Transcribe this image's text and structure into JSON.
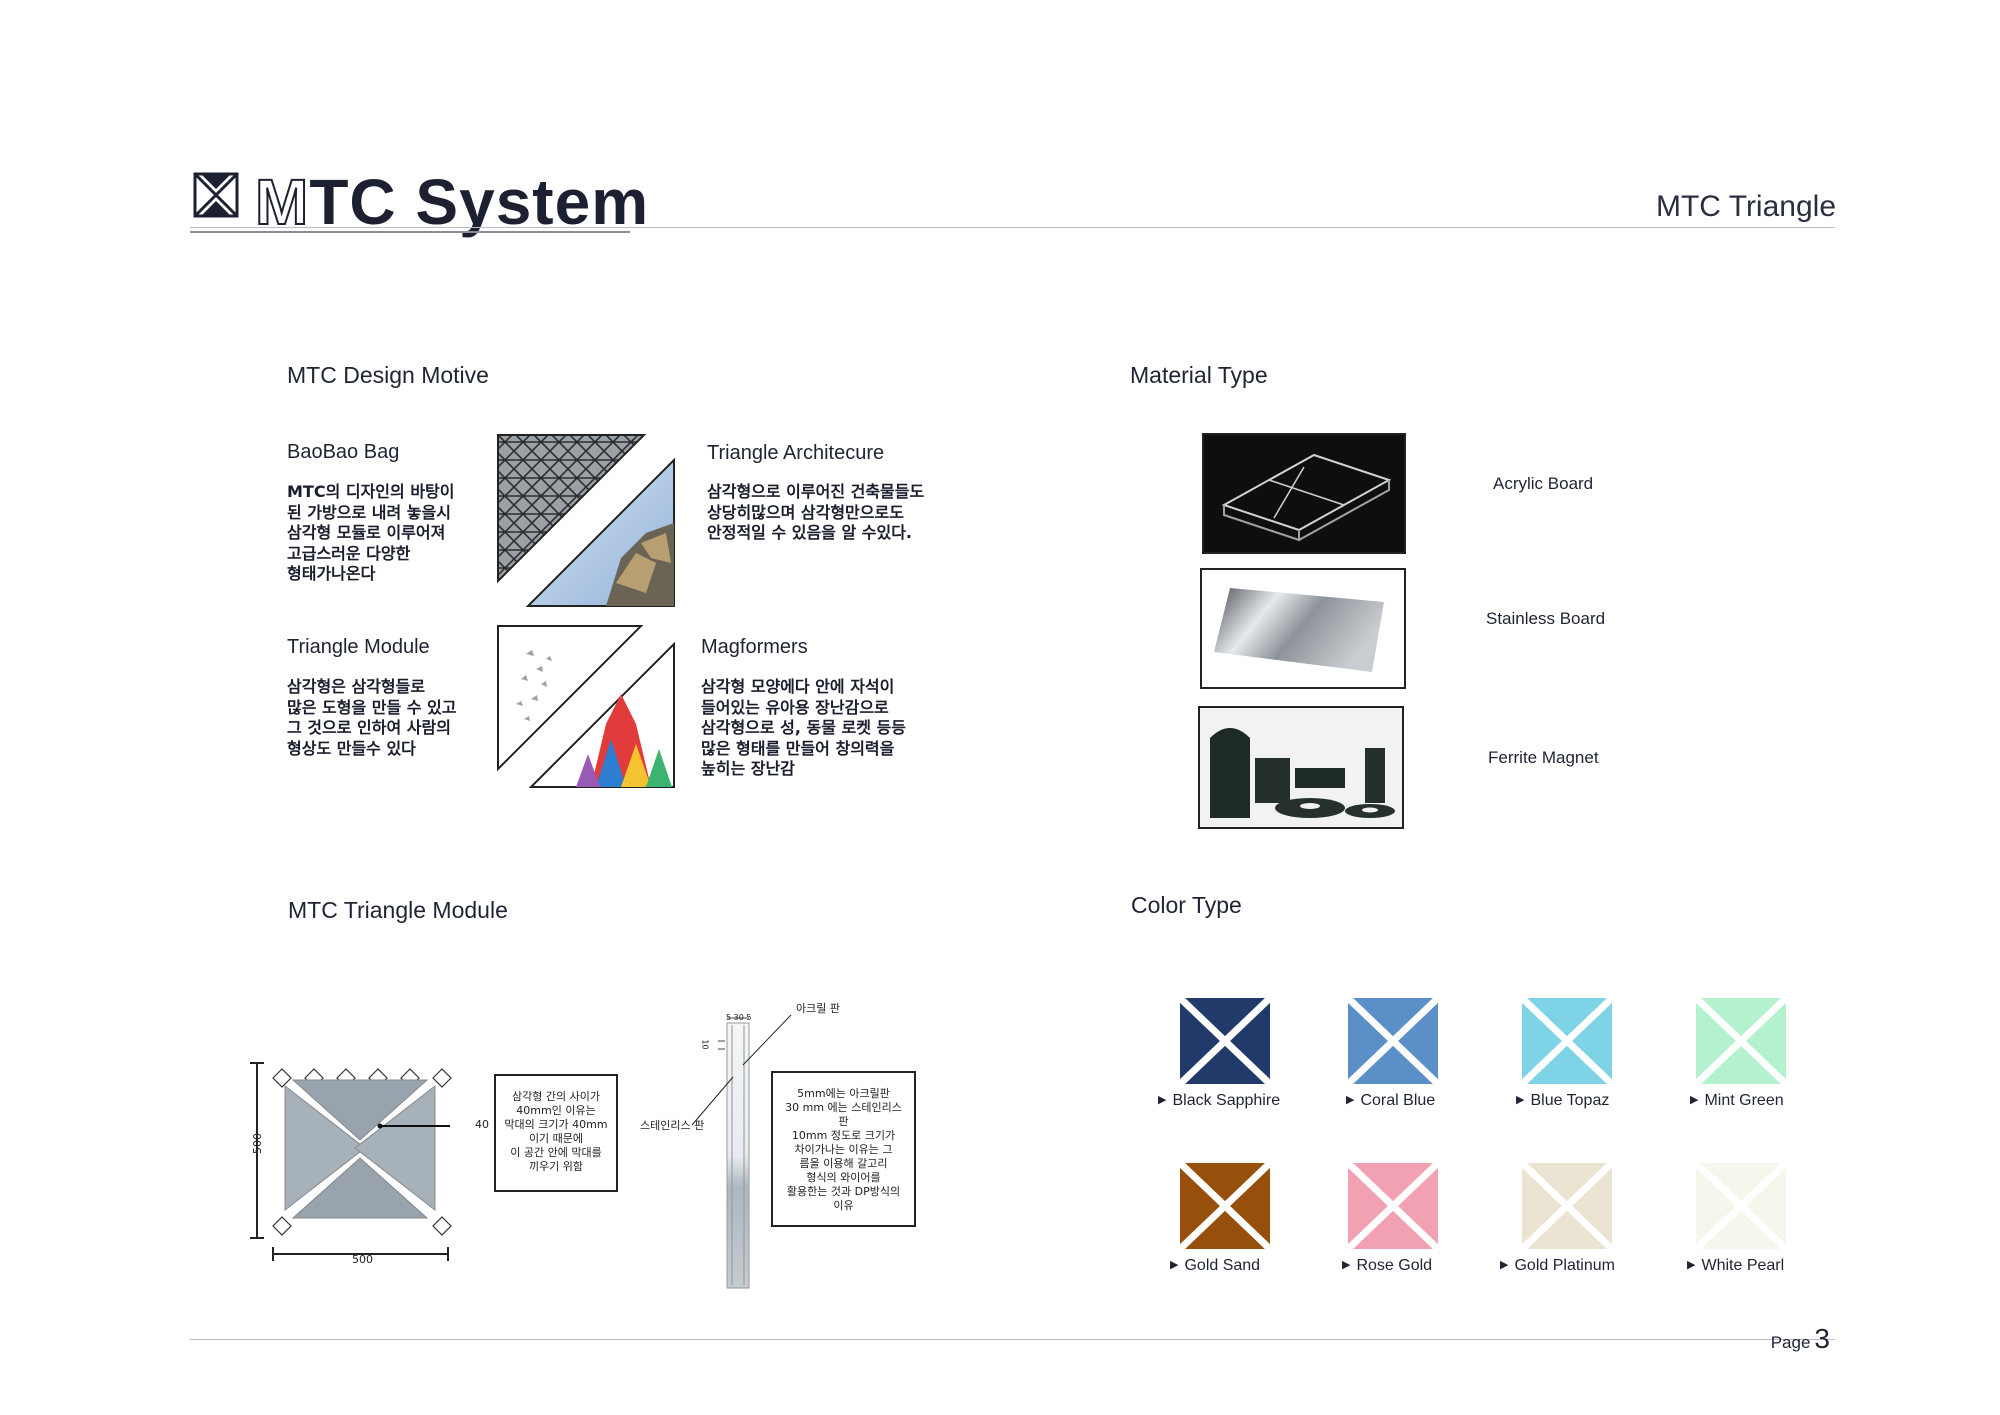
{
  "header": {
    "title_m": "M",
    "title_rest": "TC System",
    "right": "MTC Triangle"
  },
  "motive": {
    "title": "MTC Design Motive",
    "items": [
      {
        "title": "BaoBao Bag",
        "lines": [
          "MTC의 디자인의 바탕이",
          "된 가방으로 내려 놓을시",
          "삼각형 모듈로 이루어져",
          "고급스러운 다양한",
          "형태가나온다"
        ]
      },
      {
        "title": "Triangle Architecure",
        "lines": [
          "삼각형으로 이루어진 건축물들도",
          "상당히많으며 삼각형만으로도",
          "안정적일 수 있음을 알 수있다."
        ]
      },
      {
        "title": "Triangle Module",
        "lines": [
          "삼각형은 삼각형들로",
          "많은 도형을 만들 수 있고",
          "그 것으로 인하여 사람의",
          "형상도 만들수 있다"
        ]
      },
      {
        "title": "Magformers",
        "lines": [
          "삼각형 모양에다 안에 자석이",
          "들어있는 유아용 장난감으로",
          "삼각형으로 성, 동물 로켓 등등",
          "많은 형태를 만들어 창의력을",
          "높히는 장난감"
        ]
      }
    ]
  },
  "material": {
    "title": "Material Type",
    "items": [
      "Acrylic Board",
      "Stainless Board",
      "Ferrite Magnet"
    ]
  },
  "module": {
    "title": "MTC Triangle Module",
    "note1": [
      "삼각형 간의 사이가",
      "40mm인 이유는",
      "막대의 크기가 40mm",
      "이기 때문에",
      "이 공간 안에 막대를",
      "끼우기 위함"
    ],
    "note2": [
      "5mm에는 아크릴판",
      "30 mm 에는 스테인리스",
      "판",
      "10mm 정도로 크기가",
      "차이가나는 이유는 그",
      "름을 이용해 갈고리",
      "형식의 와이어를",
      "활용한는 것과 DP방식의",
      "이유"
    ],
    "dim_h": "500",
    "dim_w": "500",
    "dim_gap": "40",
    "label_acrylic": "아크릴 판",
    "label_stainless": "스테인리스 판",
    "dim_top": "5 30 5",
    "dim_side": "10"
  },
  "colors": {
    "title": "Color Type",
    "items": [
      {
        "name": "Black Sapphire",
        "hex": "#213a6a"
      },
      {
        "name": "Coral Blue",
        "hex": "#5b8fc8"
      },
      {
        "name": "Blue Topaz",
        "hex": "#7fd3e6"
      },
      {
        "name": "Mint Green",
        "hex": "#b4f2cf"
      },
      {
        "name": "Gold Sand",
        "hex": "#96500c"
      },
      {
        "name": "Rose Gold",
        "hex": "#f2a1b3"
      },
      {
        "name": "Gold Platinum",
        "hex": "#ece4d3"
      },
      {
        "name": "White Pearl",
        "hex": "#f6f6ec"
      }
    ]
  },
  "footer": {
    "page_label": "Page",
    "page_num": "3"
  }
}
